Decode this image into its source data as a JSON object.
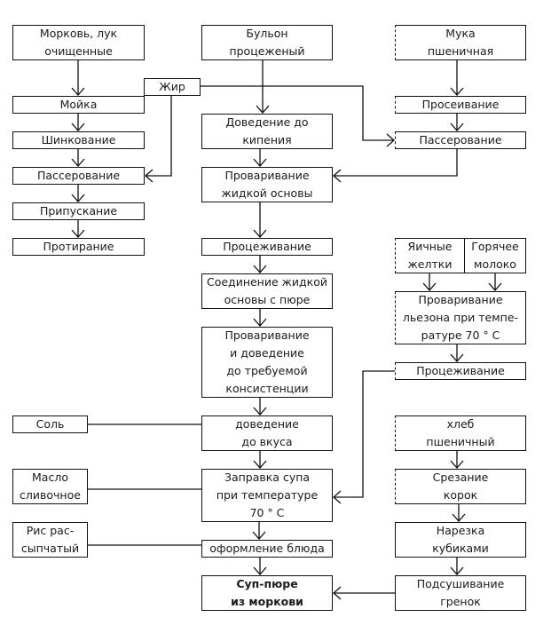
{
  "title": "Суп-пюре из моркови — технологическая схема",
  "nodes": {
    "carrot_onion": "Морковь, лук\nочищенные",
    "washing": "Мойка",
    "shredding": "Шинкование",
    "saute_left": "Пассерование",
    "stewing": "Припускание",
    "wiping": "Протирание",
    "fat": "Жир",
    "broth": "Бульон\nпроцеженый",
    "boiling": "Доведение до\nкипения",
    "cooking_base": "Проваривание\nжидкой основы",
    "straining_mid": "Процеживание",
    "combining": "Соединение жидкой\nосновы с пюре",
    "cooking_consistency": "Проваривание\nи доведение\nдо требуемой\nконсистенции",
    "seasoning": "доведение\nдо вкуса",
    "dressing": "Заправка супа\nпри температуре\n70 ° С",
    "plating": "оформление блюда",
    "final": "Суп-пюре\nиз моркови",
    "flour": "Мука\nпшеничная",
    "sifting": "Просеивание",
    "saute_right": "Пассерование",
    "yolks": "Яичные\nжелтки",
    "milk": "Горячее\nмолоко",
    "liaison": "Проваривание\nльезона при темпе-\nратуре 70 ° С",
    "straining_right": "Процеживание",
    "salt": "Соль",
    "butter": "Масло\nсливочное",
    "rice": "Рис рас-\nсыпчатый",
    "bread": "хлеб\nпшеничный",
    "crust_cutting": "Срезание\nкорок",
    "cubing": "Нарезка\nкубиками",
    "drying": "Подсушивание\nгренок"
  }
}
